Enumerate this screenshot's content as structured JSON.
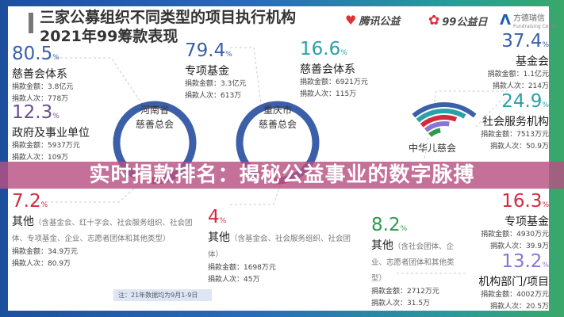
{
  "title": {
    "line1": "三家公募组织不同类型的项目执行机构",
    "line2": "2021年99筹款表现"
  },
  "logos": {
    "tencent": "腾讯公益",
    "day99": "99公益日",
    "fangde": "方德瑞信",
    "fangde_sub": "Fundraising Center"
  },
  "banner": "实时捐款排名：揭秘公益事业的数字脉搏",
  "note": "注：21年数据均为9月1-9日",
  "donuts": [
    {
      "name": "河南省",
      "sub": "慈善总会"
    },
    {
      "name": "重庆市",
      "sub": "慈善总会"
    },
    {
      "name": "中华儿慈会"
    }
  ],
  "colors": {
    "blue": "#3b60a9",
    "teal": "#2aa1a6",
    "red": "#d42a40",
    "purple": "#8b74d3",
    "green": "#2f9a4e",
    "gov": "#6a4f8c"
  },
  "stats": [
    {
      "pct": "80.5",
      "unit": "%",
      "label": "慈善会体系",
      "amount": "捐款金额：3.8亿元",
      "donors": "捐款人次：778万"
    },
    {
      "pct": "12.3",
      "unit": "%",
      "label": "政府及事业单位",
      "amount": "捐款金额：5937万元",
      "donors": "捐款人次：109万"
    },
    {
      "pct": "7.2",
      "unit": "%",
      "label": "其他",
      "note": "（含基金会、红十字会、社会服务组织、社会团体、专项基金、企业、志愿者团体和其他类型）",
      "amount": "捐款金额：34.9万元",
      "donors": "捐款人次：80.9万"
    },
    {
      "pct": "79.4",
      "unit": "%",
      "label": "专项基金",
      "amount": "捐款金额：3.3亿元",
      "donors": "捐款人次：613万"
    },
    {
      "pct": "16.6",
      "unit": "%",
      "label": "慈善会体系",
      "amount": "捐款金额：6921万元",
      "donors": "捐款人次：115万"
    },
    {
      "pct": "4",
      "unit": "%",
      "label": "其他",
      "note": "（含基金会、社会服务组织、社会团体）",
      "amount": "捐款金额：1698万元",
      "donors": "捐款人次：45万"
    },
    {
      "pct": "37.4",
      "unit": "%",
      "label": "基金会",
      "amount": "捐款金额：1.1亿元",
      "donors": "捐款人次：214万"
    },
    {
      "pct": "24.9",
      "unit": "%",
      "label": "社会服务机构",
      "amount": "捐款金额：7513万元",
      "donors": "捐款人次：50.9万"
    },
    {
      "pct": "16.3",
      "unit": "%",
      "label": "专项基金",
      "amount": "捐款金额：4930万元",
      "donors": "捐款人次：39.9万"
    },
    {
      "pct": "8.2",
      "unit": "%",
      "label": "其他",
      "note": "（含社会团体、企业、志愿者团体和其他类型）",
      "amount": "捐款金额：2712万元",
      "donors": "捐款人次：31.5万"
    },
    {
      "pct": "13.2",
      "unit": "%",
      "label": "机构部门/项目",
      "amount": "捐款金额：4002万元",
      "donors": "捐款人次：20.5万"
    }
  ]
}
